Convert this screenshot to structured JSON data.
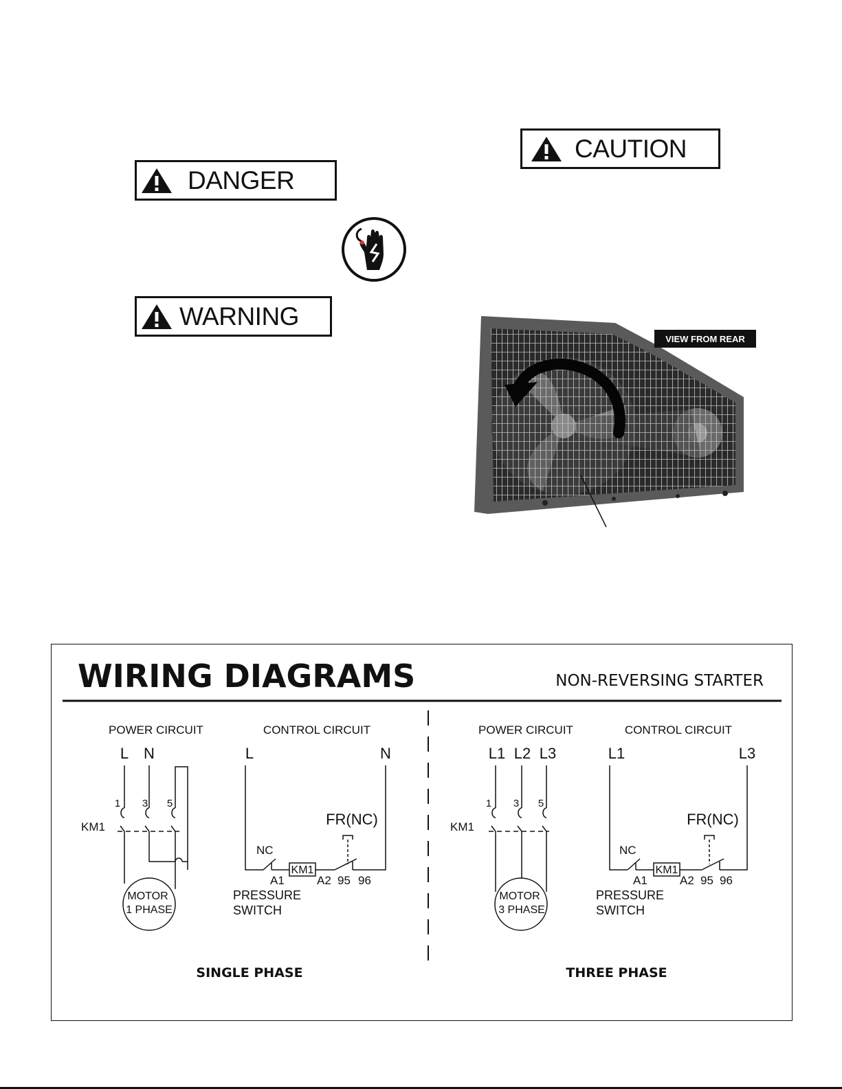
{
  "signs": {
    "danger": "DANGER",
    "warning": "WARNING",
    "caution": "CAUTION"
  },
  "fan_figure": {
    "label": "VIEW FROM REAR"
  },
  "wiring": {
    "title": "WIRING DIAGRAMS",
    "subtitle": "NON-REVERSING STARTER",
    "single": {
      "power_heading": "POWER CIRCUIT",
      "control_heading": "CONTROL CIRCUIT",
      "line1": "L",
      "line2": "N",
      "contact1": "1",
      "contact3": "3",
      "contact5": "5",
      "contactor": "KM1",
      "motor_line1": "MOTOR",
      "motor_line2": "1 PHASE",
      "ctrl_left": "L",
      "ctrl_right": "N",
      "fr_label": "FR(NC)",
      "nc_label": "NC",
      "a1": "A1",
      "coil": "KM1",
      "a2": "A2",
      "t95": "95",
      "t96": "96",
      "pressure1": "PRESSURE",
      "pressure2": "SWITCH",
      "caption": "SINGLE PHASE"
    },
    "three": {
      "power_heading": "POWER CIRCUIT",
      "control_heading": "CONTROL CIRCUIT",
      "line1": "L1",
      "line2": "L2",
      "line3": "L3",
      "contact1": "1",
      "contact3": "3",
      "contact5": "5",
      "contactor": "KM1",
      "motor_line1": "MOTOR",
      "motor_line2": "3 PHASE",
      "ctrl_left": "L1",
      "ctrl_right": "L3",
      "fr_label": "FR(NC)",
      "nc_label": "NC",
      "a1": "A1",
      "coil": "KM1",
      "a2": "A2",
      "t95": "95",
      "t96": "96",
      "pressure1": "PRESSURE",
      "pressure2": "SWITCH",
      "caption": "THREE PHASE"
    }
  }
}
